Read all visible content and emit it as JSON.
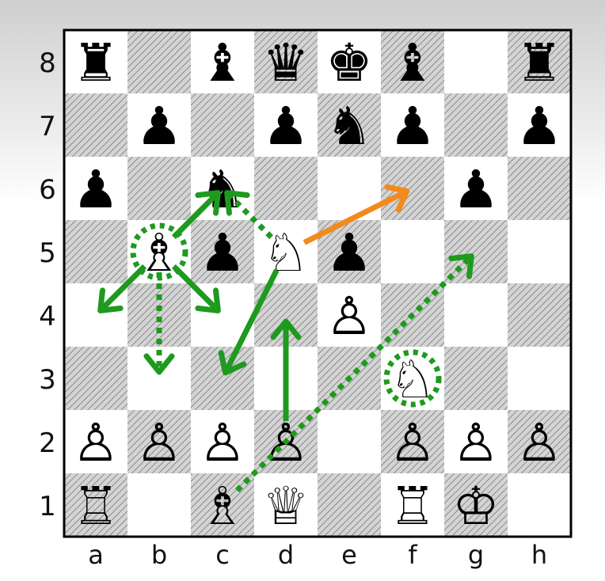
{
  "board": {
    "files": [
      "a",
      "b",
      "c",
      "d",
      "e",
      "f",
      "g",
      "h"
    ],
    "ranks": [
      "8",
      "7",
      "6",
      "5",
      "4",
      "3",
      "2",
      "1"
    ],
    "colors": {
      "light": "#ffffff",
      "dark_bg": "#d4d4d4",
      "dark_hatch": "#8a8a8a",
      "border": "#000000",
      "green": "#1e9a1e",
      "orange": "#f28a1c"
    },
    "pieces": [
      {
        "square": "a8",
        "color": "black",
        "type": "rook",
        "glyph": "♜"
      },
      {
        "square": "c8",
        "color": "black",
        "type": "bishop",
        "glyph": "♝"
      },
      {
        "square": "d8",
        "color": "black",
        "type": "queen",
        "glyph": "♛"
      },
      {
        "square": "e8",
        "color": "black",
        "type": "king",
        "glyph": "♚"
      },
      {
        "square": "f8",
        "color": "black",
        "type": "bishop",
        "glyph": "♝"
      },
      {
        "square": "h8",
        "color": "black",
        "type": "rook",
        "glyph": "♜"
      },
      {
        "square": "b7",
        "color": "black",
        "type": "pawn",
        "glyph": "♟"
      },
      {
        "square": "d7",
        "color": "black",
        "type": "pawn",
        "glyph": "♟"
      },
      {
        "square": "e7",
        "color": "black",
        "type": "knight",
        "glyph": "♞"
      },
      {
        "square": "f7",
        "color": "black",
        "type": "pawn",
        "glyph": "♟"
      },
      {
        "square": "h7",
        "color": "black",
        "type": "pawn",
        "glyph": "♟"
      },
      {
        "square": "a6",
        "color": "black",
        "type": "pawn",
        "glyph": "♟"
      },
      {
        "square": "c6",
        "color": "black",
        "type": "knight",
        "glyph": "♞"
      },
      {
        "square": "g6",
        "color": "black",
        "type": "pawn",
        "glyph": "♟"
      },
      {
        "square": "c5",
        "color": "black",
        "type": "pawn",
        "glyph": "♟"
      },
      {
        "square": "e5",
        "color": "black",
        "type": "pawn",
        "glyph": "♟"
      },
      {
        "square": "b5",
        "color": "white",
        "type": "bishop",
        "glyph": "♗"
      },
      {
        "square": "d5",
        "color": "white",
        "type": "knight",
        "glyph": "♘"
      },
      {
        "square": "e4",
        "color": "white",
        "type": "pawn",
        "glyph": "♙"
      },
      {
        "square": "f3",
        "color": "white",
        "type": "knight",
        "glyph": "♘"
      },
      {
        "square": "a2",
        "color": "white",
        "type": "pawn",
        "glyph": "♙"
      },
      {
        "square": "b2",
        "color": "white",
        "type": "pawn",
        "glyph": "♙"
      },
      {
        "square": "c2",
        "color": "white",
        "type": "pawn",
        "glyph": "♙"
      },
      {
        "square": "d2",
        "color": "white",
        "type": "pawn",
        "glyph": "♙"
      },
      {
        "square": "f2",
        "color": "white",
        "type": "pawn",
        "glyph": "♙"
      },
      {
        "square": "g2",
        "color": "white",
        "type": "pawn",
        "glyph": "♙"
      },
      {
        "square": "h2",
        "color": "white",
        "type": "pawn",
        "glyph": "♙"
      },
      {
        "square": "a1",
        "color": "white",
        "type": "rook",
        "glyph": "♖"
      },
      {
        "square": "c1",
        "color": "white",
        "type": "bishop",
        "glyph": "♗"
      },
      {
        "square": "d1",
        "color": "white",
        "type": "queen",
        "glyph": "♕"
      },
      {
        "square": "f1",
        "color": "white",
        "type": "rook",
        "glyph": "♖"
      },
      {
        "square": "g1",
        "color": "white",
        "type": "king",
        "glyph": "♔"
      }
    ],
    "highlights": [
      {
        "square": "b5",
        "style": "dotted-green-circle"
      },
      {
        "square": "f3",
        "style": "dotted-green-circle"
      }
    ],
    "arrows": [
      {
        "from": "b5",
        "to": "c6",
        "color": "green",
        "style": "solid"
      },
      {
        "from": "b5",
        "to": "a4",
        "color": "green",
        "style": "solid"
      },
      {
        "from": "b5",
        "to": "c4",
        "color": "green",
        "style": "solid"
      },
      {
        "from": "b5",
        "to": "b3",
        "color": "green",
        "style": "dotted"
      },
      {
        "from": "d5",
        "to": "c6",
        "color": "green",
        "style": "dotted"
      },
      {
        "from": "d5",
        "to": "c3",
        "color": "green",
        "style": "solid"
      },
      {
        "from": "d2",
        "to": "d4",
        "color": "green",
        "style": "solid"
      },
      {
        "from": "c1",
        "to": "g5",
        "color": "green",
        "style": "dotted"
      },
      {
        "from": "d5",
        "to": "f6",
        "color": "orange",
        "style": "solid"
      }
    ]
  }
}
